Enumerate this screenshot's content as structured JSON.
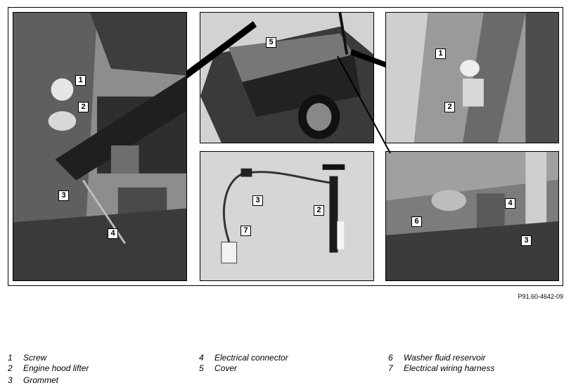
{
  "figure_id": "P91.60-4642-09",
  "callouts": {
    "p1": [
      "1",
      "2",
      "3",
      "4"
    ],
    "p2": [
      "5"
    ],
    "p3": [
      "1",
      "2"
    ],
    "p4": [
      "3",
      "2",
      "7"
    ],
    "p5": [
      "4",
      "6",
      "3"
    ]
  },
  "legend": [
    {
      "num": "1",
      "label": "Screw"
    },
    {
      "num": "2",
      "label": "Engine hood lifter"
    },
    {
      "num": "3",
      "label": "Grommet"
    },
    {
      "num": "4",
      "label": "Electrical connector"
    },
    {
      "num": "5",
      "label": "Cover"
    },
    {
      "num": "6",
      "label": "Washer fluid reservoir"
    },
    {
      "num": "7",
      "label": "Electrical wiring harness"
    }
  ]
}
